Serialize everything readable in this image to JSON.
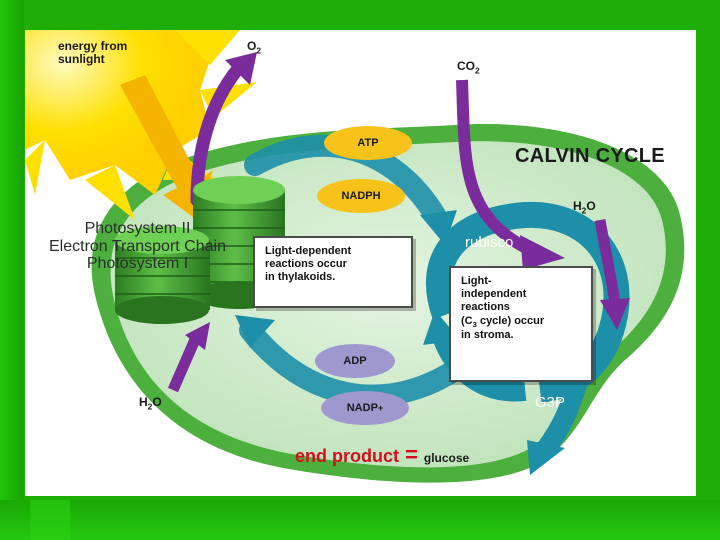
{
  "diagram": {
    "sun_label_line1": "energy from",
    "sun_label_line2": "sunlight",
    "o2_label": "O",
    "o2_sub": "2",
    "co2_label": "CO",
    "co2_sub": "2",
    "calvin_title": "CALVIN CYCLE",
    "h2o_right_label": "H",
    "h2o_right_sub": "2",
    "h2o_right_tail": "O",
    "h2o_left_label": "H",
    "h2o_left_sub": "2",
    "h2o_left_tail": "O",
    "photosystem_lines": [
      "Photosystem II",
      "Electron Transport Chain",
      "Photosystem I"
    ],
    "atp_label": "ATP",
    "nadph_label": "NADPH",
    "adp_label": "ADP",
    "nadp_label": "NADP",
    "nadp_sup": "+",
    "rubisco_label": "rubisco",
    "g3p_label": "G3P",
    "light_dependent_box": [
      "Light-dependent",
      "reactions occur",
      "in thylakoids."
    ],
    "light_independent_box": {
      "line1": "Light-",
      "line2": "independent",
      "line3": "reactions",
      "line4_pre": "(C",
      "line4_sub": "3",
      "line4_post": " cycle) occur",
      "line5": "in stroma."
    },
    "end_product_label": "end product",
    "end_product_eq": "=",
    "end_product_value": "glucose"
  },
  "colors": {
    "frame_green": "#1fae08",
    "chloroplast_outer": "#4caf3e",
    "chloroplast_inner": "#c8e8c4",
    "sun_yellow": "#ffe000",
    "arrow_purple": "#7b2c9c",
    "arrow_teal": "#1d8fa8",
    "pill_yellow": "#f7c31a",
    "pill_lavender": "#9e98cf",
    "end_product_red": "#d40f1c"
  }
}
